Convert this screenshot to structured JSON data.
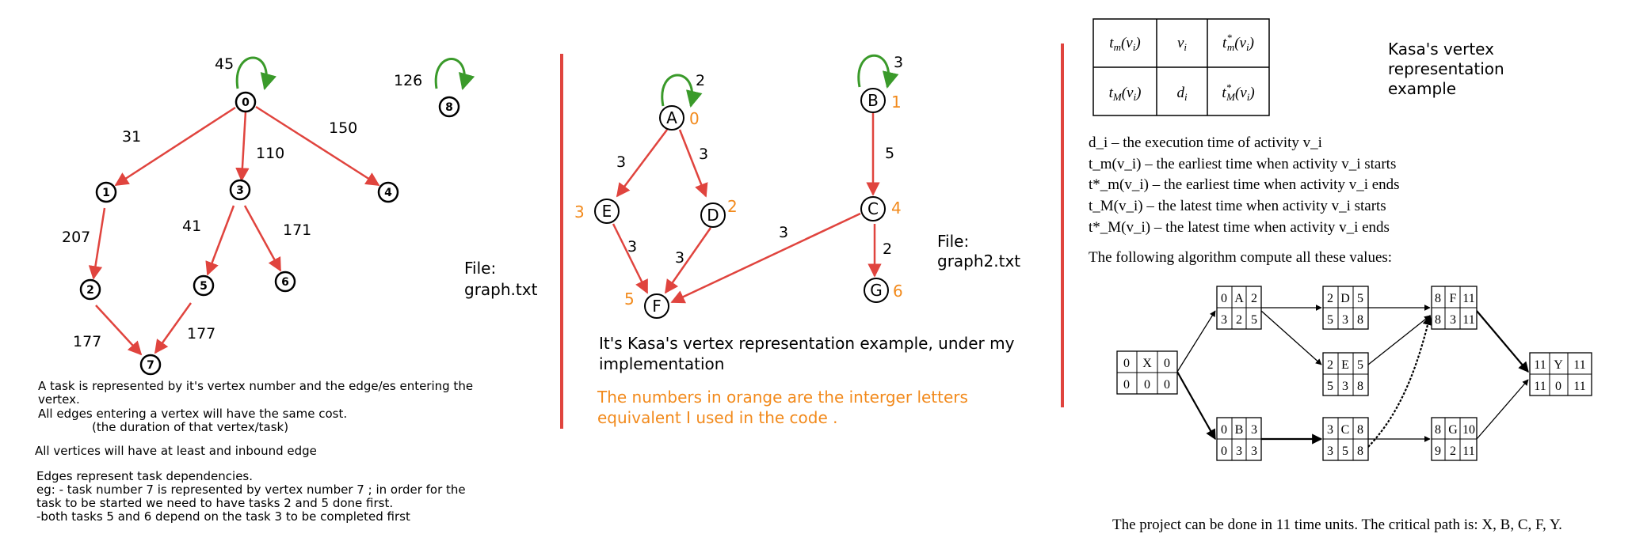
{
  "graph1": {
    "weights": {
      "self0": "45",
      "self8": "126",
      "e01": "31",
      "e03": "110",
      "e04": "150",
      "e12": "207",
      "e35": "41",
      "e36": "171",
      "e27": "177",
      "e57": "177"
    },
    "nodes": [
      "0",
      "1",
      "2",
      "3",
      "4",
      "5",
      "6",
      "7",
      "8"
    ],
    "file_label_1": "File:",
    "file_label_2": "graph.txt",
    "notes": [
      "A task is represented by it's vertex number and the edge/es entering the",
      "vertex.",
      "All edges entering a vertex will have the same cost.",
      "(the duration of that vertex/task)",
      "All vertices will have at least and inbound edge",
      "Edges represent task dependencies.",
      "eg: - task number 7 is represented by vertex number 7 ; in order for the",
      "task to be started we need to have tasks 2 and 5 done first.",
      "-both tasks 5 and 6 depend on the task 3 to be completed first"
    ]
  },
  "graph2": {
    "nodes": {
      "A": "A",
      "B": "B",
      "C": "C",
      "D": "D",
      "E": "E",
      "F": "F",
      "G": "G"
    },
    "indices": {
      "A": "0",
      "B": "1",
      "C": "4",
      "D": "2",
      "E": "3",
      "F": "5",
      "G": "6"
    },
    "weights": {
      "selfA": "2",
      "selfB": "3",
      "AE": "3",
      "AD": "3",
      "BC": "5",
      "EF": "3",
      "DF": "3",
      "CF": "3",
      "CG": "2"
    },
    "file_label_1": "File:",
    "file_label_2": "graph2.txt",
    "caption_1": "It's Kasa's vertex representation example, under my",
    "caption_2": "implementation",
    "orange_note_1": "The numbers in orange are the interger letters",
    "orange_note_2": "equivalent I used in the code ."
  },
  "kasa": {
    "title_1": "Kasa's vertex",
    "title_2": "representation",
    "title_3": "example",
    "defs": [
      "d_i – the execution time of activity v_i",
      "t_m(v_i) – the earliest time when activity v_i starts",
      "t*_m(v_i) – the earliest time when activity v_i ends",
      "t_M(v_i) – the latest time when activity v_i starts",
      "t*_M(v_i) – the latest time when activity v_i ends"
    ],
    "algo_text": "The following algorithm compute all these values:",
    "conclusion": "The project can be done in 11 time units.  The critical path is: X, B, C, F, Y."
  },
  "colors": {
    "edge": "#e0443e",
    "self_loop": "#3a9a2a",
    "separator": "#e0443e",
    "orange": "#f28a1c"
  }
}
